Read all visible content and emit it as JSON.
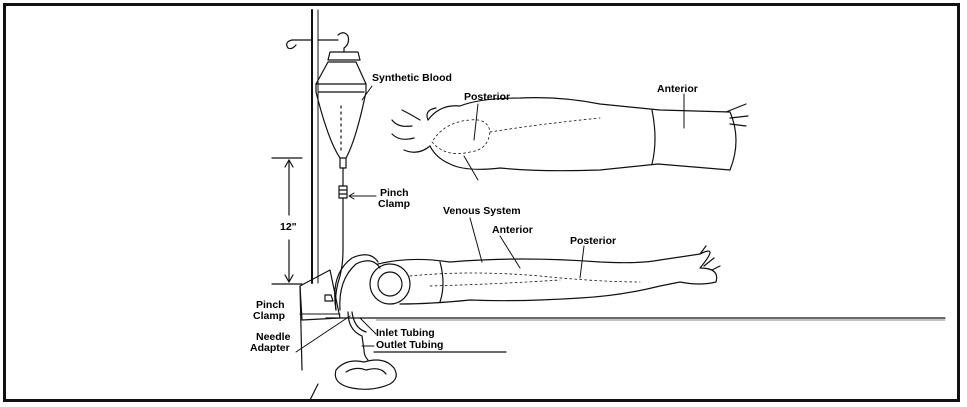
{
  "labels": {
    "synthetic_blood": "Synthetic Blood",
    "posterior_top": "Posterior",
    "anterior_top": "Anterior",
    "pinch_clamp_top_1": "Pinch",
    "pinch_clamp_top_2": "Clamp",
    "height": "12\"",
    "venous_system": "Venous System",
    "anterior_bottom": "Anterior",
    "posterior_bottom": "Posterior",
    "pinch_clamp_bottom_1": "Pinch",
    "pinch_clamp_bottom_2": "Clamp",
    "needle_adapter_1": "Needle",
    "needle_adapter_2": "Adapter",
    "inlet_tubing": "Inlet Tubing",
    "outlet_tubing": "Outlet Tubing"
  },
  "colors": {
    "ink": "#111111",
    "background": "#ffffff"
  }
}
